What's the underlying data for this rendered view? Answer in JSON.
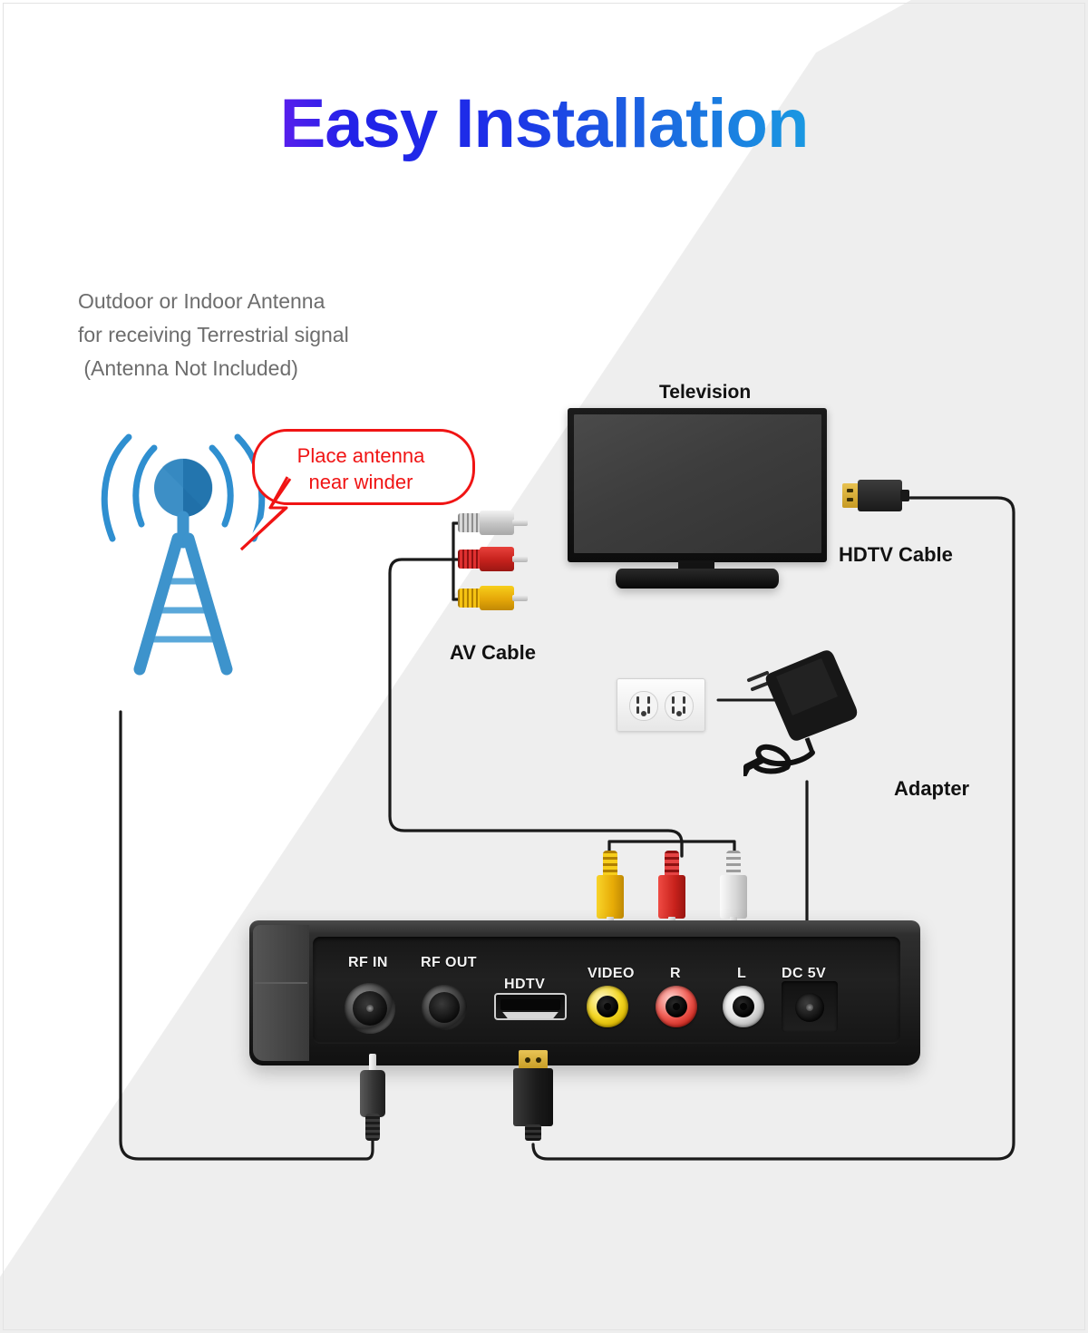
{
  "title": "Easy Installation",
  "antenna_caption": "Outdoor or Indoor Antenna\nfor receiving Terrestrial signal\n (Antenna Not Included)",
  "callout": {
    "line1": "Place antenna",
    "line2": "near winder",
    "color": "#f01414"
  },
  "labels": {
    "television": "Television",
    "hdtv_cable": "HDTV Cable",
    "av_cable": "AV Cable",
    "adapter": "Adapter"
  },
  "device": {
    "ports": [
      {
        "id": "rf-in",
        "label": "RF IN"
      },
      {
        "id": "rf-out",
        "label": "RF OUT"
      },
      {
        "id": "hdtv",
        "label": "HDTV"
      },
      {
        "id": "video",
        "label": "VIDEO"
      },
      {
        "id": "r",
        "label": "R"
      },
      {
        "id": "l",
        "label": "L"
      },
      {
        "id": "dc5v",
        "label": "DC 5V"
      }
    ]
  },
  "colors": {
    "title_gradient_start": "#a800e0",
    "title_gradient_mid": "#2222e8",
    "title_gradient_end": "#0fd6e8",
    "callout_red": "#f01414",
    "antenna_blue": "#2f8fd0",
    "antenna_blue_dark": "#1f6fa8",
    "rca_yellow": "#e7ab06",
    "rca_red": "#c9221c",
    "rca_white": "#d6d6d6",
    "background_white": "#ffffff",
    "background_grey": "#eeeeee",
    "caption_grey": "#6d6d6d"
  }
}
